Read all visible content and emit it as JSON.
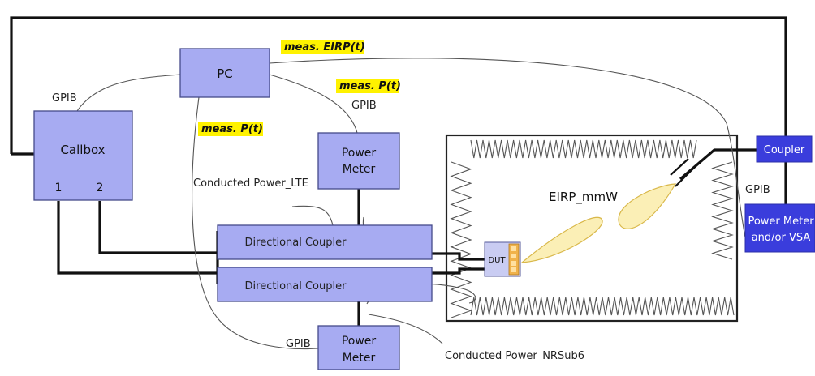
{
  "labels": {
    "pc": "PC",
    "callbox": "Callbox",
    "callbox_port_1": "1",
    "callbox_port_2": "2",
    "power_meter_top_line1": "Power",
    "power_meter_top_line2": "Meter",
    "power_meter_bottom_line1": "Power",
    "power_meter_bottom_line2": "Meter",
    "directional_coupler_top": "Directional Coupler",
    "directional_coupler_bottom": "Directional Coupler",
    "dut": "DUT",
    "eirp_mmw": "EIRP_mmW",
    "coupler": "Coupler",
    "power_meter_vsa_line1": "Power Meter",
    "power_meter_vsa_line2": "and/or VSA",
    "gpib_callbox": "GPIB",
    "gpib_power_meter_top": "GPIB",
    "gpib_power_meter_bottom": "GPIB",
    "gpib_right": "GPIB",
    "meas_eirp": "meas. EIRP(t)",
    "meas_pt_top": "meas. P(t)",
    "meas_pt_left": "meas. P(t)",
    "conducted_power_lte": "Conducted Power_LTE",
    "conducted_power_nrsub6": "Conducted Power_NRSub6"
  },
  "colors": {
    "box_fill": "#a7abf2",
    "box_dark_fill": "#3a3ddc",
    "highlight": "#fff200",
    "cable": "#111111",
    "lobe_fill": "#fbefb6"
  }
}
